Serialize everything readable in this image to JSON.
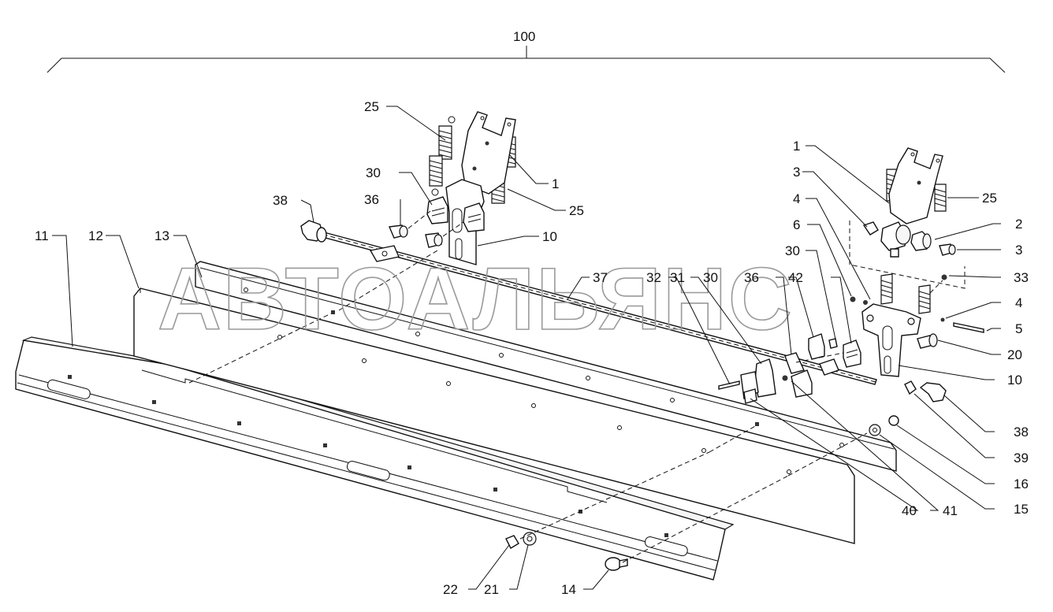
{
  "assembly_label": "100",
  "watermark": "АВТОАЛЬЯНС",
  "callouts": {
    "c1_left": "1",
    "c1_right": "1",
    "c2": "2",
    "c3_top": "3",
    "c3_right": "3",
    "c4_top": "4",
    "c4_right": "4",
    "c5": "5",
    "c6": "6",
    "c10_left": "10",
    "c10_right": "10",
    "c11": "11",
    "c12": "12",
    "c13": "13",
    "c14": "14",
    "c15": "15",
    "c16": "16",
    "c20": "20",
    "c21": "21",
    "c22": "22",
    "c25_top": "25",
    "c25_left": "25",
    "c25_right": "25",
    "c30_left": "30",
    "c30_mid": "30",
    "c30_right": "30",
    "c31": "31",
    "c32": "32",
    "c33": "33",
    "c36_left": "36",
    "c36_mid": "36",
    "c37": "37",
    "c38_left": "38",
    "c38_right": "38",
    "c39": "39",
    "c40": "40",
    "c41": "41",
    "c42": "42"
  }
}
